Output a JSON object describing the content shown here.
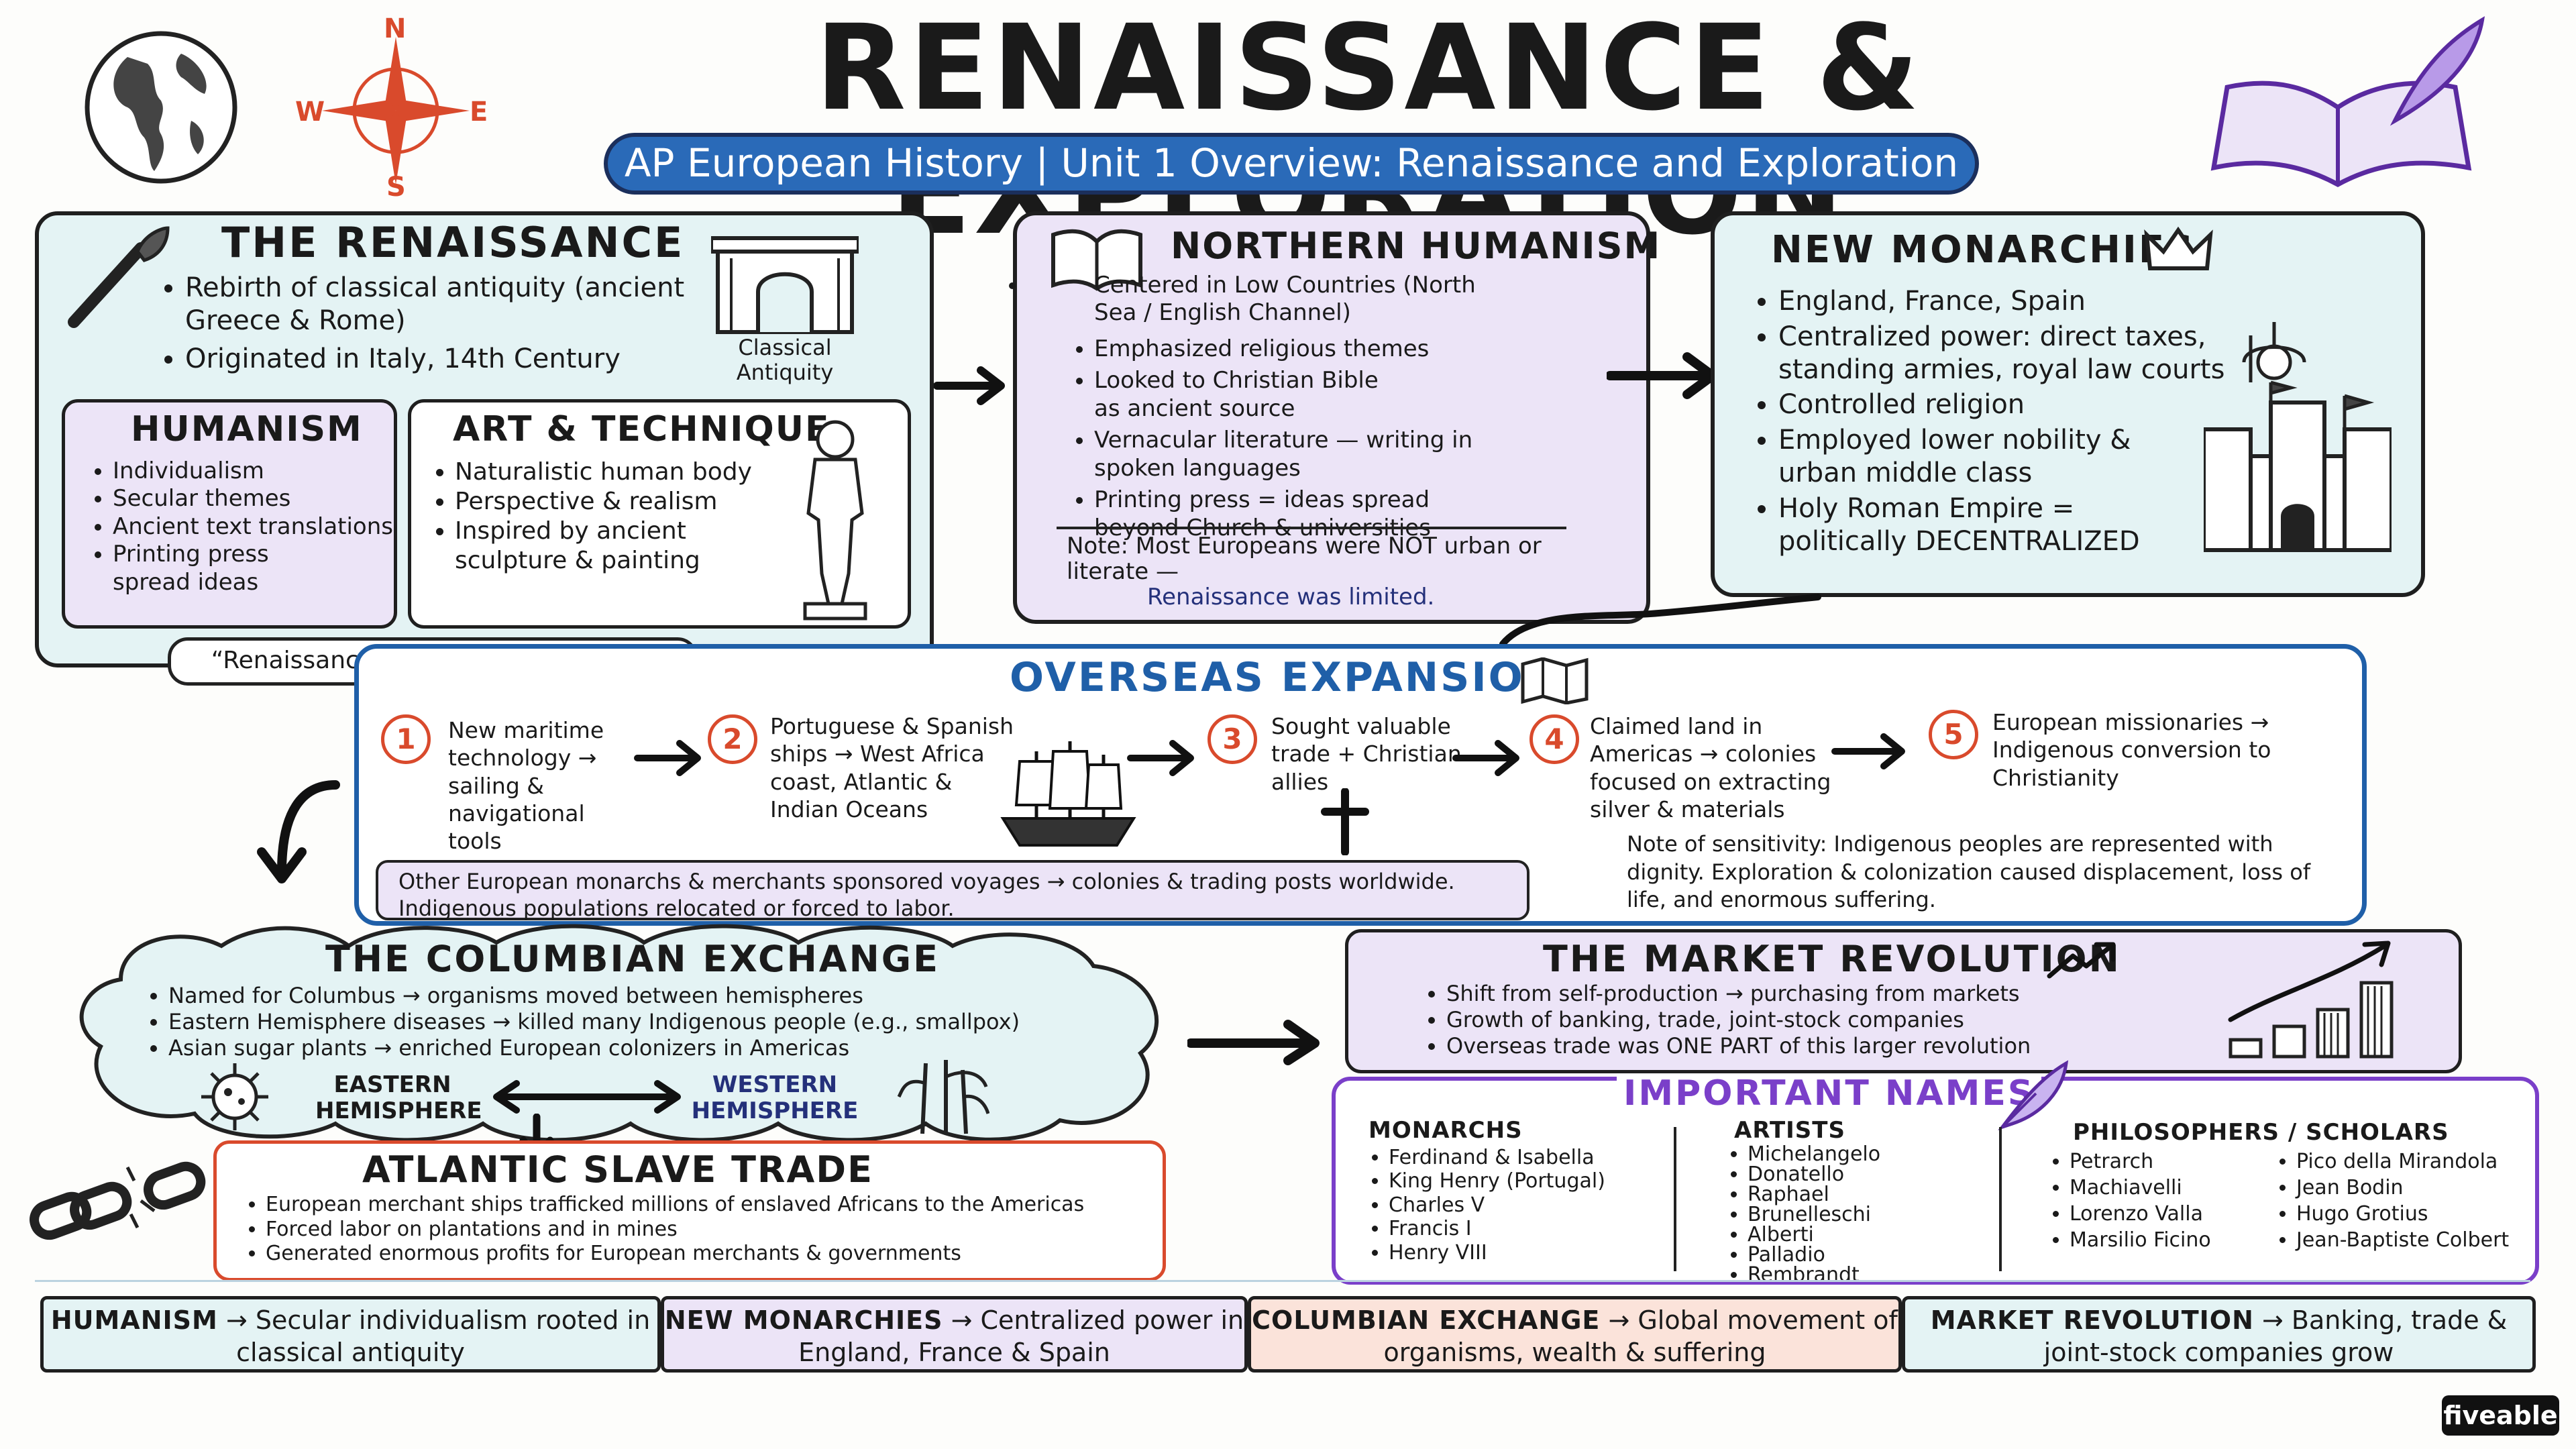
{
  "title": "RENAISSANCE & EXPLORATION",
  "subtitle": "AP European History | Unit 1 Overview: Renaissance and Exploration",
  "compass": {
    "n": "N",
    "s": "S",
    "e": "E",
    "w": "W"
  },
  "renaissance": {
    "title": "THE RENAISSANCE",
    "points": [
      "Rebirth of classical antiquity (ancient Greece & Rome)",
      "Originated in Italy, 14th Century"
    ],
    "image_caption": "Classical Antiquity",
    "humanism": {
      "title": "HUMANISM",
      "items": [
        "Individualism",
        "Secular themes",
        "Ancient text translations",
        "Printing press spread ideas"
      ]
    },
    "art": {
      "title": "ART & TECHNIQUE",
      "items": [
        "Naturalistic human body",
        "Perspective & realism",
        "Inspired by ancient sculpture & painting"
      ]
    },
    "note": "“Renaissance” = French for REBIRTH"
  },
  "northern": {
    "title": "NORTHERN HUMANISM",
    "items": [
      "Centered in Low Countries (North Sea / English Channel)",
      "Emphasized religious themes",
      "Looked to Christian Bible as ancient source",
      "Vernacular literature — writing in spoken languages",
      "Printing press = ideas spread beyond Church & universities"
    ],
    "note_a": "Note: Most Europeans were NOT urban or literate —",
    "note_b": "Renaissance was limited."
  },
  "monarchies": {
    "title": "NEW MONARCHIES",
    "items": [
      "England, France, Spain",
      "Centralized power: direct taxes, standing armies, royal law courts",
      "Controlled religion",
      "Employed lower nobility & urban middle class",
      "Holy Roman Empire = politically DECENTRALIZED"
    ]
  },
  "overseas": {
    "title": "OVERSEAS EXPANSION",
    "steps": [
      {
        "n": "1",
        "text": "New maritime technology → sailing & navigational tools"
      },
      {
        "n": "2",
        "text": "Portuguese & Spanish ships → West Africa coast, Atlantic & Indian Oceans"
      },
      {
        "n": "3",
        "text": "Sought valuable trade + Christian allies"
      },
      {
        "n": "4",
        "text": "Claimed land in Americas → colonies focused on extracting silver & materials"
      },
      {
        "n": "5",
        "text": "European missionaries → Indigenous conversion to Christianity"
      }
    ],
    "other": "Other European monarchs & merchants sponsored voyages → colonies & trading posts worldwide. Indigenous populations relocated or forced to labor.",
    "sensitivity": "Note of sensitivity: Indigenous peoples are represented with dignity. Exploration & colonization caused displacement, loss of life, and enormous suffering."
  },
  "columbian": {
    "title": "THE COLUMBIAN EXCHANGE",
    "items": [
      "Named for Columbus → organisms moved between hemispheres",
      "Eastern Hemisphere diseases → killed many Indigenous people (e.g., smallpox)",
      "Asian sugar plants → enriched European colonizers in Americas"
    ],
    "east": "EASTERN HEMISPHERE",
    "west": "WESTERN HEMISPHERE"
  },
  "slave": {
    "title": "ATLANTIC SLAVE TRADE",
    "items": [
      "European merchant ships trafficked millions of enslaved Africans to the Americas",
      "Forced labor on plantations and in mines",
      "Generated enormous profits for European merchants & governments"
    ]
  },
  "market": {
    "title": "THE MARKET REVOLUTION",
    "items": [
      "Shift from self-production → purchasing from markets",
      "Growth of banking, trade, joint-stock companies",
      "Overseas trade was ONE PART of this larger revolution"
    ]
  },
  "names": {
    "title": "IMPORTANT NAMES",
    "monarchs": {
      "title": "MONARCHS",
      "items": [
        "Ferdinand & Isabella",
        "King Henry (Portugal)",
        "Charles V",
        "Francis I",
        "Henry VIII"
      ]
    },
    "artists": {
      "title": "ARTISTS",
      "items": [
        "Michelangelo",
        "Donatello",
        "Raphael",
        "Brunelleschi",
        "Alberti",
        "Palladio",
        "Rembrandt"
      ]
    },
    "scholars": {
      "title": "PHILOSOPHERS / SCHOLARS",
      "col1": [
        "Petrarch",
        "Machiavelli",
        "Lorenzo Valla",
        "Marsilio Ficino"
      ],
      "col2": [
        "Pico della Mirandola",
        "Jean Bodin",
        "Hugo Grotius",
        "Jean-Baptiste Colbert"
      ]
    }
  },
  "footer": [
    {
      "term": "HUMANISM",
      "text": "→ Secular individualism rooted in classical antiquity"
    },
    {
      "term": "NEW MONARCHIES",
      "text": "→ Centralized power in England, France & Spain"
    },
    {
      "term": "COLUMBIAN EXCHANGE",
      "text": "→ Global movement of organisms, wealth & suffering"
    },
    {
      "term": "MARKET REVOLUTION",
      "text": "→ Banking, trade & joint-stock companies grow"
    }
  ],
  "brand": "fiveable",
  "colors": {
    "teal": "#e4f3f4",
    "lavender": "#ece4f7",
    "pink": "#fbe3da",
    "blue": "#1f5fa8",
    "purple": "#7a3fc9",
    "orange": "#d94a2c"
  }
}
